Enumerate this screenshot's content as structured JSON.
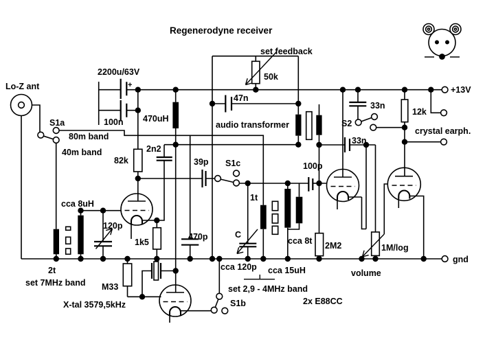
{
  "title": "Regenerodyne receiver",
  "colors": {
    "ink": "#000000",
    "background": "#ffffff"
  },
  "terminals": {
    "supply": "+13V",
    "ground": "gnd",
    "earphone": "crystal earph."
  },
  "labels": {
    "title": "Regenerodyne receiver",
    "lo_z_ant": "Lo-Z ant",
    "s1a": "S1a",
    "band_80m": "80m band",
    "band_40m": "40m band",
    "cap_2200u": "2200u/63V",
    "plus": "+",
    "cap_100n": "100n",
    "ind_470uh": "470uH",
    "cap_2n2": "2n2",
    "res_82k": "82k",
    "cap_39p": "39p",
    "s1c": "S1c",
    "set_feedback": "set feedback",
    "pot_50k": "50k",
    "cap_47n": "47n",
    "audio_transformer": "audio transformer",
    "s2": "S2",
    "cap_33n_a": "33n",
    "res_12k": "12k",
    "v_13": "+13V",
    "crystal_earph": "crystal earph.",
    "cap_33n_b": "33n",
    "cap_100p": "100p",
    "coil_8uh": "cca 8uH",
    "cap_120p": "120p",
    "res_1k5": "1k5",
    "cap_470p": "470p",
    "t1": "1t",
    "cap_c": "C",
    "t8": "cca 8t",
    "res_2m2": "2M2",
    "pot_1m": "1M/log",
    "gnd": "gnd",
    "volume": "volume",
    "t2": "2t",
    "set_7mhz": "set 7MHz band",
    "res_m33": "M33",
    "xtal": "X-tal 3579,5kHz",
    "cap_cca_120p": "cca 120p",
    "coil_15uh": "cca 15uH",
    "set_29_4mhz": "set 2,9 - 4MHz band",
    "s1b": "S1b",
    "tubes": "2x E88CC"
  },
  "components": [
    {
      "label": "2200u/63V",
      "type": "electrolytic capacitor"
    },
    {
      "label": "100n",
      "type": "capacitor"
    },
    {
      "label": "470uH",
      "type": "choke inductor"
    },
    {
      "label": "2n2",
      "type": "capacitor"
    },
    {
      "label": "82k",
      "type": "resistor"
    },
    {
      "label": "39p",
      "type": "capacitor"
    },
    {
      "label": "50k",
      "type": "potentiometer (set feedback)"
    },
    {
      "label": "47n",
      "type": "capacitor"
    },
    {
      "label": "audio transformer",
      "type": "transformer"
    },
    {
      "label": "33n",
      "type": "capacitor (rail bypass via S2)"
    },
    {
      "label": "12k",
      "type": "resistor"
    },
    {
      "label": "33n",
      "type": "coupling capacitor"
    },
    {
      "label": "100p",
      "type": "capacitor"
    },
    {
      "label": "cca 8uH",
      "type": "coil winding"
    },
    {
      "label": "120p",
      "type": "variable capacitor"
    },
    {
      "label": "1k5",
      "type": "resistor"
    },
    {
      "label": "470p",
      "type": "capacitor"
    },
    {
      "label": "1t / 2t / cca 8t",
      "type": "coupling windings"
    },
    {
      "label": "C",
      "type": "variable capacitor (cca 120p)"
    },
    {
      "label": "2M2",
      "type": "resistor"
    },
    {
      "label": "1M/log",
      "type": "volume potentiometer"
    },
    {
      "label": "M33",
      "type": "resistor"
    },
    {
      "label": "X-tal 3579,5kHz",
      "type": "quartz crystal"
    },
    {
      "label": "cca 15uH",
      "type": "coil winding"
    },
    {
      "label": "S1a / S1b / S1c",
      "type": "band switch sections"
    },
    {
      "label": "S2",
      "type": "switch"
    },
    {
      "label": "2x E88CC",
      "type": "twin triode tubes"
    }
  ]
}
